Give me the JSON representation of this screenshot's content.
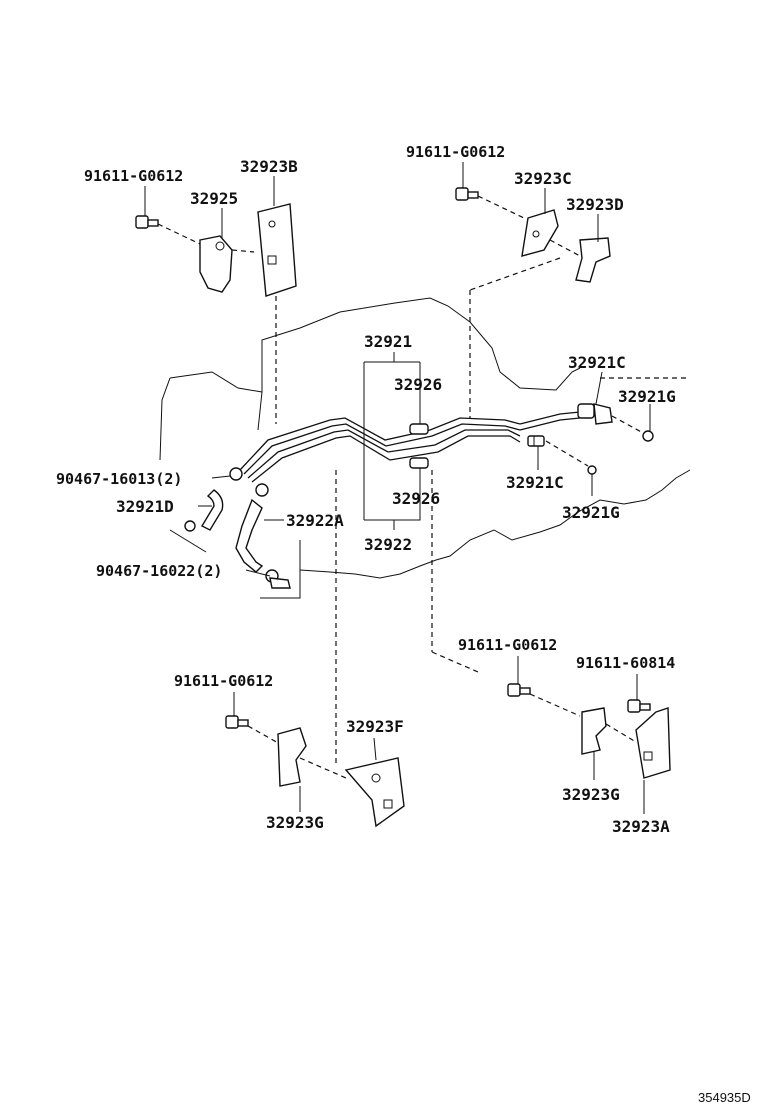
{
  "diagram": {
    "image_code": "354935D",
    "labels": {
      "bolt_top_left": "91611-G0612",
      "bracket_32923B": "32923B",
      "clamp_32925": "32925",
      "bolt_top_right": "91611-G0612",
      "bracket_32923C": "32923C",
      "clamp_32923D": "32923D",
      "pipe_32921": "32921",
      "grommet_upper": "32926",
      "hose_32921C_top": "32921C",
      "washer_32921G_top": "32921G",
      "clip_90467_16013": "90467-16013(2)",
      "hose_32921D": "32921D",
      "hose_32922A": "32922A",
      "grommet_lower": "32926",
      "union_32921C": "32921C",
      "washer_32921G_low": "32921G",
      "pipe_32922": "32922",
      "clip_90467_16022": "90467-16022(2)",
      "bolt_mid_right": "91611-G0612",
      "bolt_60814": "91611-60814",
      "bolt_bottom_left": "91611-G0612",
      "bracket_32923F": "32923F",
      "clamp_32923G_left": "32923G",
      "clamp_32923G_right": "32923G",
      "bracket_32923A": "32923A"
    }
  }
}
